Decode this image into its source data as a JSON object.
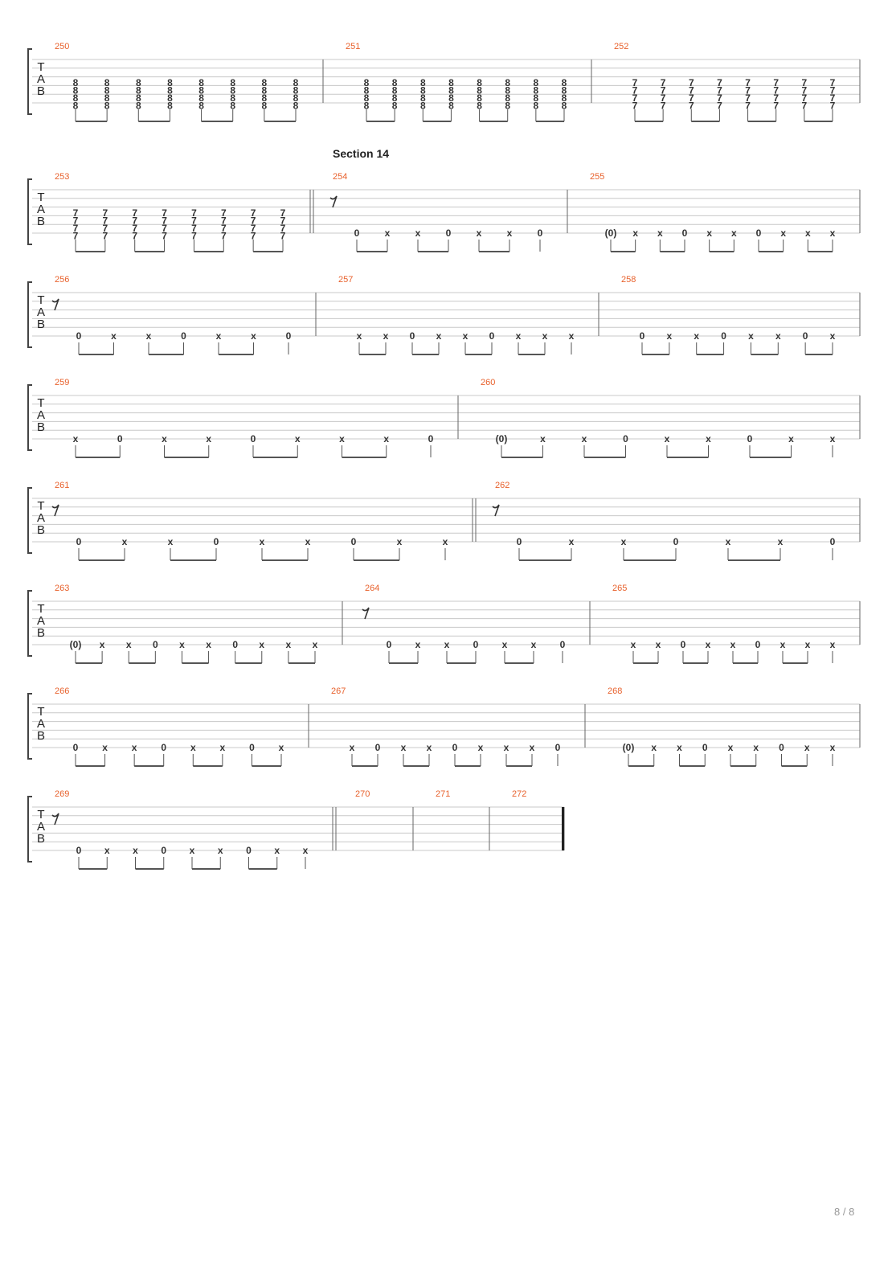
{
  "page": {
    "section_label": "Section 14",
    "footer": "8 / 8"
  },
  "tab_clef": [
    "T",
    "A",
    "B"
  ],
  "systems": [
    {
      "measures": [
        {
          "number": "250",
          "notes": [
            [
              "8",
              "8",
              "8",
              "8"
            ],
            [
              "8",
              "8",
              "8",
              "8"
            ],
            [
              "8",
              "8",
              "8",
              "8"
            ],
            [
              "8",
              "8",
              "8",
              "8"
            ],
            [
              "8",
              "8",
              "8",
              "8"
            ],
            [
              "8",
              "8",
              "8",
              "8"
            ],
            [
              "8",
              "8",
              "8",
              "8"
            ],
            [
              "8",
              "8",
              "8",
              "8"
            ]
          ]
        },
        {
          "number": "251",
          "notes": [
            [
              "8",
              "8",
              "8",
              "8"
            ],
            [
              "8",
              "8",
              "8",
              "8"
            ],
            [
              "8",
              "8",
              "8",
              "8"
            ],
            [
              "8",
              "8",
              "8",
              "8"
            ],
            [
              "8",
              "8",
              "8",
              "8"
            ],
            [
              "8",
              "8",
              "8",
              "8"
            ],
            [
              "8",
              "8",
              "8",
              "8"
            ],
            [
              "8",
              "8",
              "8",
              "8"
            ]
          ]
        },
        {
          "number": "252",
          "notes": [
            [
              "7",
              "7",
              "7",
              "7"
            ],
            [
              "7",
              "7",
              "7",
              "7"
            ],
            [
              "7",
              "7",
              "7",
              "7"
            ],
            [
              "7",
              "7",
              "7",
              "7"
            ],
            [
              "7",
              "7",
              "7",
              "7"
            ],
            [
              "7",
              "7",
              "7",
              "7"
            ],
            [
              "7",
              "7",
              "7",
              "7"
            ],
            [
              "7",
              "7",
              "7",
              "7"
            ]
          ]
        }
      ]
    },
    {
      "measures": [
        {
          "number": "253",
          "notes": [
            [
              "7",
              "7",
              "7",
              "7"
            ],
            [
              "7",
              "7",
              "7",
              "7"
            ],
            [
              "7",
              "7",
              "7",
              "7"
            ],
            [
              "7",
              "7",
              "7",
              "7"
            ],
            [
              "7",
              "7",
              "7",
              "7"
            ],
            [
              "7",
              "7",
              "7",
              "7"
            ],
            [
              "7",
              "7",
              "7",
              "7"
            ],
            [
              "7",
              "7",
              "7",
              "7"
            ]
          ]
        },
        {
          "number": "254",
          "rest": true,
          "notes": [
            "0",
            "x",
            "x",
            "0",
            "x",
            "x",
            "0"
          ]
        },
        {
          "number": "255",
          "notes": [
            "(0)",
            "x",
            "x",
            "0",
            "x",
            "x",
            "0",
            "x",
            "x",
            "x"
          ]
        }
      ]
    },
    {
      "measures": [
        {
          "number": "256",
          "rest": true,
          "notes": [
            "0",
            "x",
            "x",
            "0",
            "x",
            "x",
            "0"
          ]
        },
        {
          "number": "257",
          "notes": [
            "x",
            "x",
            "0",
            "x",
            "x",
            "0",
            "x",
            "x",
            "x"
          ]
        },
        {
          "number": "258",
          "notes": [
            "0",
            "x",
            "x",
            "0",
            "x",
            "x",
            "0",
            "x"
          ]
        }
      ]
    },
    {
      "measures": [
        {
          "number": "259",
          "notes": [
            "x",
            "0",
            "x",
            "x",
            "0",
            "x",
            "x",
            "x",
            "0"
          ]
        },
        {
          "number": "260",
          "notes": [
            "(0)",
            "x",
            "x",
            "0",
            "x",
            "x",
            "0",
            "x",
            "x"
          ]
        }
      ]
    },
    {
      "measures": [
        {
          "number": "261",
          "rest": true,
          "notes": [
            "0",
            "x",
            "x",
            "0",
            "x",
            "x",
            "0",
            "x",
            "x"
          ]
        },
        {
          "number": "262",
          "rest": true,
          "notes": [
            "0",
            "x",
            "x",
            "0",
            "x",
            "x",
            "0"
          ]
        }
      ]
    },
    {
      "measures": [
        {
          "number": "263",
          "notes": [
            "(0)",
            "x",
            "x",
            "0",
            "x",
            "x",
            "0",
            "x",
            "x",
            "x"
          ]
        },
        {
          "number": "264",
          "rest": true,
          "notes": [
            "0",
            "x",
            "x",
            "0",
            "x",
            "x",
            "0"
          ]
        },
        {
          "number": "265",
          "notes": [
            "x",
            "x",
            "0",
            "x",
            "x",
            "0",
            "x",
            "x",
            "x"
          ]
        }
      ]
    },
    {
      "measures": [
        {
          "number": "266",
          "notes": [
            "0",
            "x",
            "x",
            "0",
            "x",
            "x",
            "0",
            "x"
          ]
        },
        {
          "number": "267",
          "notes": [
            "x",
            "0",
            "x",
            "x",
            "0",
            "x",
            "x",
            "x",
            "0"
          ]
        },
        {
          "number": "268",
          "notes": [
            "(0)",
            "x",
            "x",
            "0",
            "x",
            "x",
            "0",
            "x",
            "x"
          ]
        }
      ]
    },
    {
      "measures": [
        {
          "number": "269",
          "rest": true,
          "notes": [
            "0",
            "x",
            "x",
            "0",
            "x",
            "x",
            "0",
            "x",
            "x"
          ]
        },
        {
          "number": "270",
          "notes": []
        },
        {
          "number": "271",
          "notes": []
        },
        {
          "number": "272",
          "notes": []
        }
      ]
    }
  ]
}
